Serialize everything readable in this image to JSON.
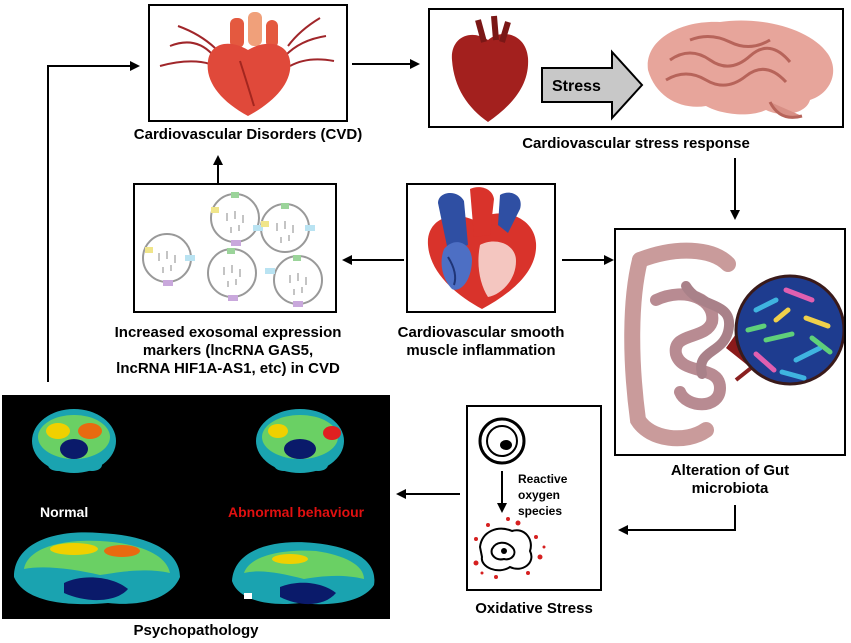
{
  "nodes": {
    "cvd": {
      "label": "Cardiovascular Disorders (CVD)"
    },
    "stress_response": {
      "label": "Cardiovascular stress response",
      "arrow_text": "Stress"
    },
    "exosomal": {
      "label_lines": [
        "Increased exosomal expression",
        "markers (lncRNA GAS5,",
        "lncRNA HIF1A-AS1, etc) in CVD"
      ]
    },
    "smooth_muscle": {
      "label_lines": [
        "Cardiovascular smooth",
        "muscle inflammation"
      ]
    },
    "gut": {
      "label_lines": [
        "Alteration of Gut",
        "microbiota"
      ]
    },
    "oxidative": {
      "label": "Oxidative Stress",
      "inner_text": [
        "Reactive",
        "oxygen",
        "species"
      ]
    },
    "psychopathology": {
      "label": "Psychopathology",
      "normal_text": "Normal",
      "abnormal_text": "Abnormal behaviour"
    }
  },
  "colors": {
    "abnormal_text": "#e01010",
    "stress_arrow_fill": "#c8c8c8"
  }
}
